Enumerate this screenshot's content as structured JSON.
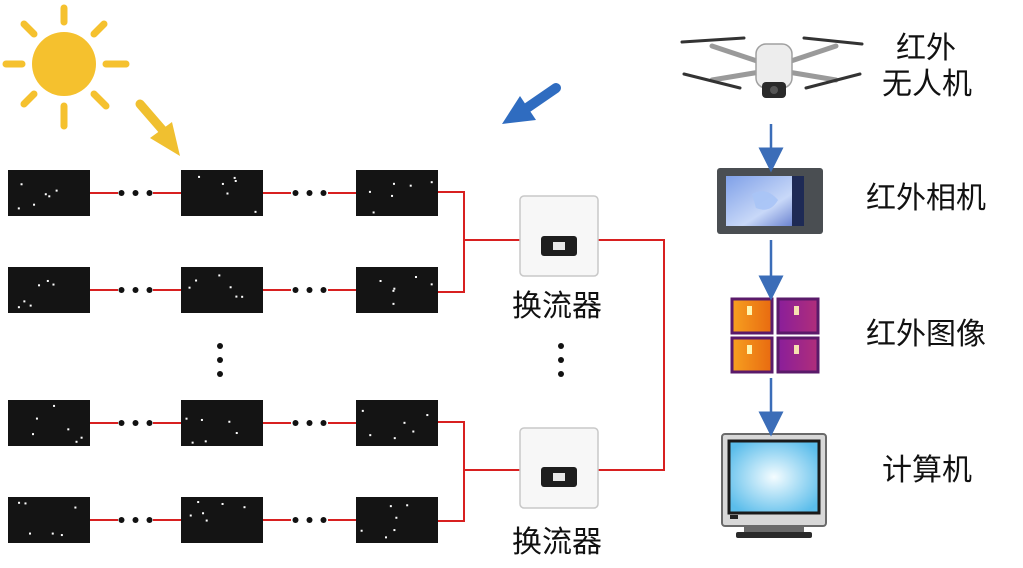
{
  "labels": {
    "drone": "红外\n无人机",
    "drone_line1": "红外",
    "drone_line2": "无人机",
    "camera": "红外相机",
    "image": "红外图像",
    "computer": "计算机",
    "inverter_top": "换流器",
    "inverter_bottom": "换流器"
  },
  "colors": {
    "sun": "#F5C12E",
    "sun_arrow": "#F0C030",
    "sun_ray_ne_arrow": "#2F6CC0",
    "flow_arrow": "#3B6DB8",
    "wire": "#D82020",
    "panel": "#141414",
    "screen": "#BFE6F7"
  },
  "icons": [
    "sun-icon",
    "drone-icon",
    "infrared-camera-icon",
    "thermal-image-icon",
    "computer-monitor-icon",
    "inverter-icon",
    "solar-panel-icon"
  ]
}
